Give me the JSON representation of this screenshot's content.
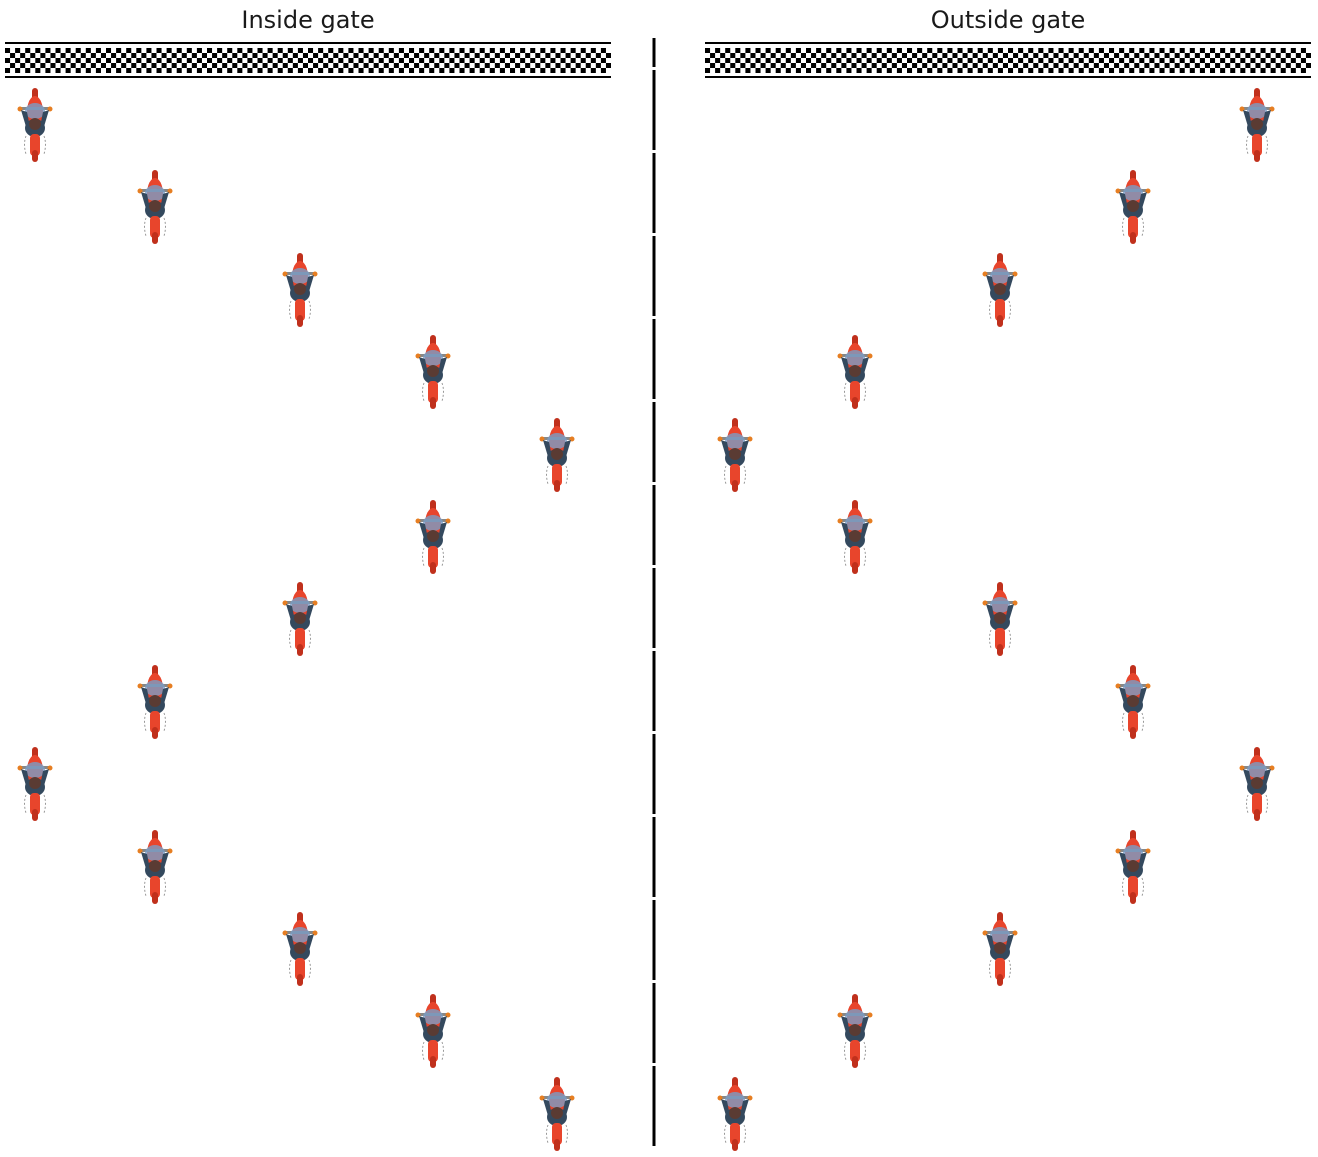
{
  "panels": [
    {
      "id": "inside",
      "title": "Inside gate",
      "rider_lanes": [
        0,
        1,
        2,
        3,
        4,
        3,
        2,
        1,
        0,
        1,
        2,
        3,
        4
      ]
    },
    {
      "id": "outside",
      "title": "Outside gate",
      "rider_lanes": [
        4,
        3,
        2,
        1,
        0,
        1,
        2,
        3,
        4,
        3,
        2,
        1,
        0
      ]
    }
  ],
  "colors": {
    "bike_body": "#e8452c",
    "bike_dark": "#c0301c",
    "rider_jacket": "#34495e",
    "helmet": "#7a9cc6",
    "flag_dark": "#000000",
    "flag_light": "#ffffff",
    "divider": "#000000"
  },
  "icons": {
    "rider": "motorbike-rider-topdown-icon",
    "flag": "checkered-flag-strip"
  }
}
